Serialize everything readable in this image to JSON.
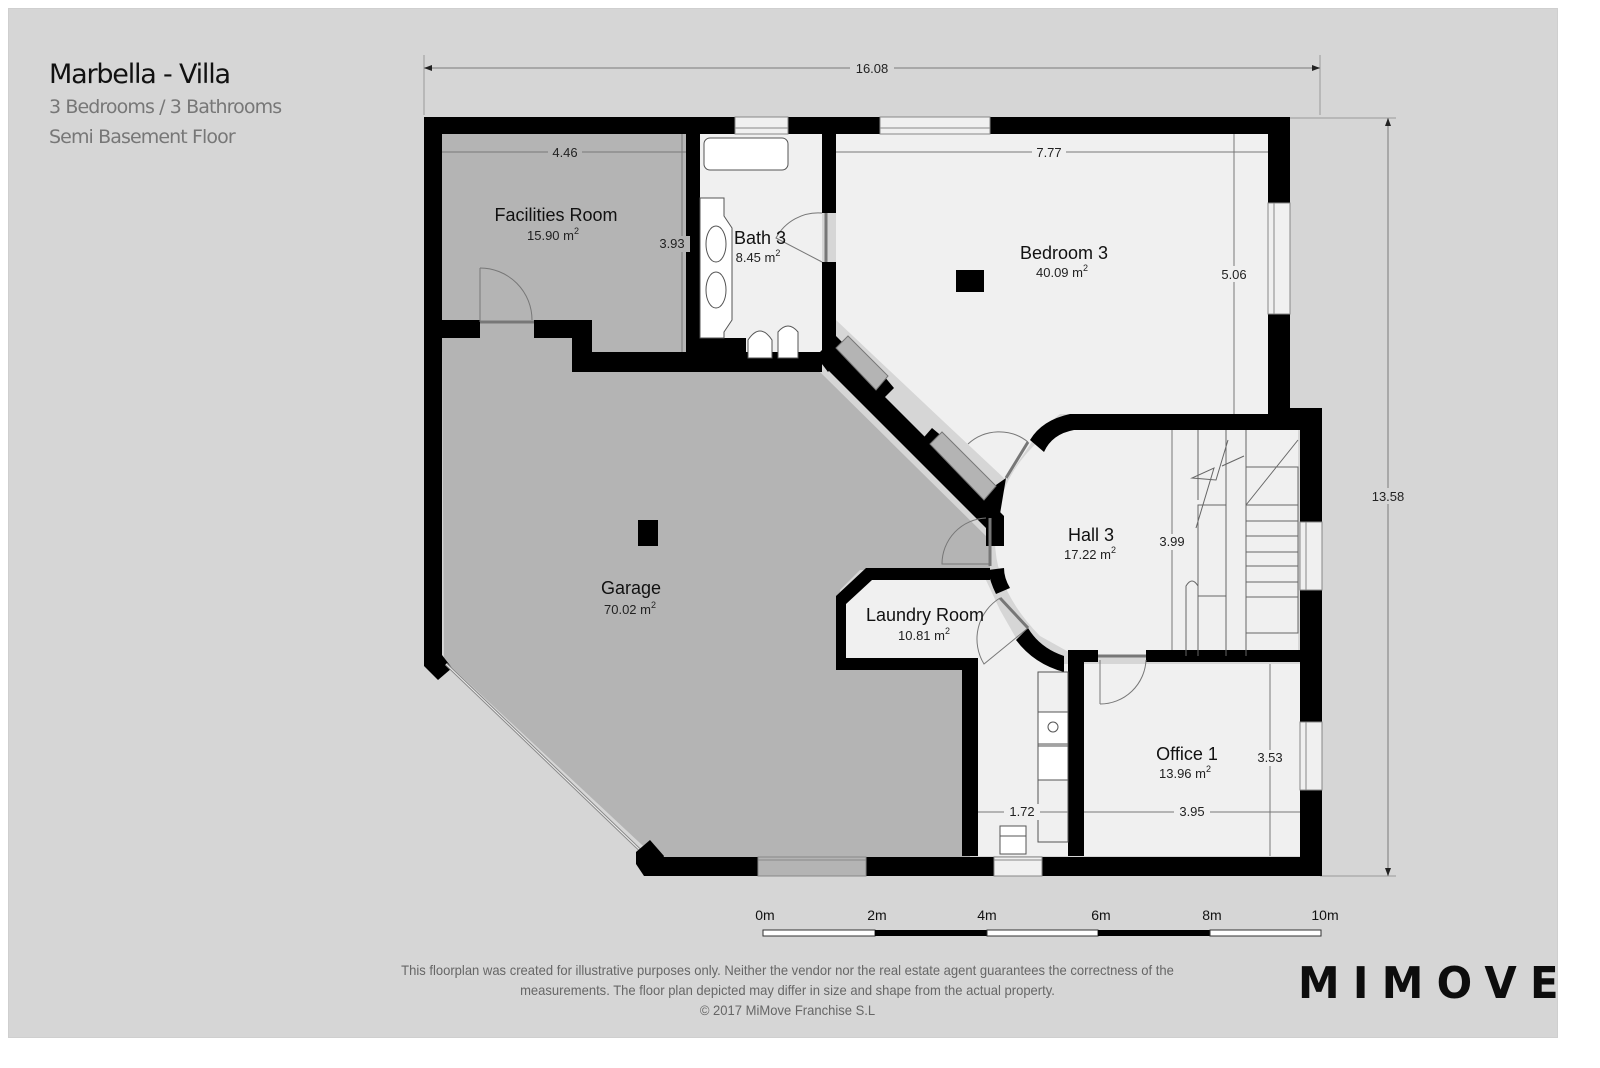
{
  "header": {
    "title": "Marbella - Villa",
    "subtitle": "3 Bedrooms / 3 Bathrooms",
    "floor": "Semi Basement Floor"
  },
  "plan": {
    "overall_width": "16.08",
    "overall_height": "13.58",
    "rooms": [
      {
        "name": "Facilities Room",
        "area": "15.90 m",
        "width": "4.46",
        "height": "3.93"
      },
      {
        "name": "Bath 3",
        "area": "8.45 m"
      },
      {
        "name": "Bedroom 3",
        "area": "40.09 m",
        "width": "7.77",
        "height": "5.06"
      },
      {
        "name": "Garage",
        "area": "70.02 m"
      },
      {
        "name": "Hall 3",
        "area": "17.22 m",
        "height": "3.99"
      },
      {
        "name": "Laundry Room",
        "area": "10.81 m",
        "width": "1.72"
      },
      {
        "name": "Office 1",
        "area": "13.96 m",
        "width": "3.95",
        "height": "3.53"
      }
    ],
    "area_unit_superscript": "2"
  },
  "scale_bar": {
    "labels": [
      "0m",
      "2m",
      "4m",
      "6m",
      "8m",
      "10m"
    ]
  },
  "footer": {
    "disclaimer_line1": "This floorplan was created for illustrative purposes only. Neither the vendor nor the real estate agent guarantees the correctness of the",
    "disclaimer_line2": "measurements. The floor plan depicted may differ in size and shape from the actual property.",
    "copyright": "© 2017 MiMove Franchise S.L"
  },
  "brand": {
    "logo_text": "MIMOVE"
  },
  "colors": {
    "background": "#d6d6d6",
    "wall": "#000000",
    "garage_floor": "#b4b4b4",
    "room_floor": "#f0f0f0"
  }
}
